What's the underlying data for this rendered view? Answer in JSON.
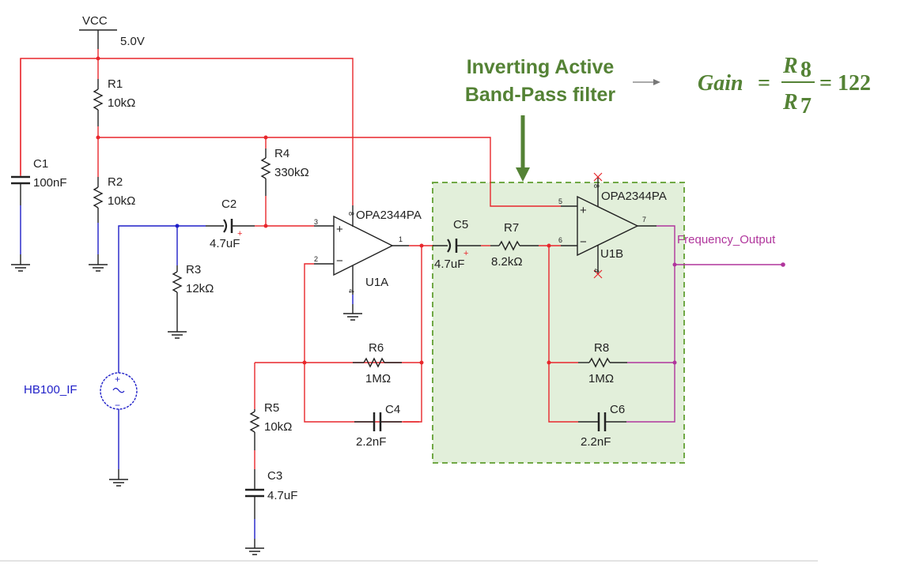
{
  "power": {
    "name": "VCC",
    "voltage": "5.0V"
  },
  "components": {
    "R1": {
      "ref": "R1",
      "value": "10kΩ"
    },
    "R2": {
      "ref": "R2",
      "value": "10kΩ"
    },
    "R3": {
      "ref": "R3",
      "value": "12kΩ"
    },
    "R4": {
      "ref": "R4",
      "value": "330kΩ"
    },
    "R5": {
      "ref": "R5",
      "value": "10kΩ"
    },
    "R6": {
      "ref": "R6",
      "value": "1MΩ"
    },
    "R7": {
      "ref": "R7",
      "value": "8.2kΩ"
    },
    "R8": {
      "ref": "R8",
      "value": "1MΩ"
    },
    "C1": {
      "ref": "C1",
      "value": "100nF"
    },
    "C2": {
      "ref": "C2",
      "value": "4.7uF"
    },
    "C3": {
      "ref": "C3",
      "value": "4.7uF"
    },
    "C4": {
      "ref": "C4",
      "value": "2.2nF"
    },
    "C5": {
      "ref": "C5",
      "value": "4.7uF"
    },
    "C6": {
      "ref": "C6",
      "value": "2.2nF"
    },
    "U1A": {
      "ref": "U1A",
      "part": "OPA2344PA",
      "pins": {
        "plus": "3",
        "minus": "2",
        "out": "1",
        "vpos": "8",
        "vneg": "4"
      }
    },
    "U1B": {
      "ref": "U1B",
      "part": "OPA2344PA",
      "pins": {
        "plus": "5",
        "minus": "6",
        "out": "7",
        "vpos": "8",
        "vneg": "4"
      }
    }
  },
  "source": {
    "name": "HB100_IF",
    "plus": "+",
    "minus": "−",
    "symbol": "~"
  },
  "output_net": "Frequency_Output",
  "annotation": {
    "title_line1": "Inverting Active",
    "title_line2": "Band-Pass filter",
    "gain_label": "Gain",
    "equals": "=",
    "numerator": "R",
    "numerator_sub": "8",
    "denominator": "R",
    "denominator_sub": "7",
    "result": "= 122"
  },
  "opamp_symbols": {
    "plus": "+",
    "minus": "−"
  },
  "colors": {
    "annotation_green": "#548235",
    "highlight_fill": "#e2efda",
    "wire_red": "#e8272c",
    "wire_blue": "#1f1fc8",
    "wire_magenta": "#b0359c"
  }
}
